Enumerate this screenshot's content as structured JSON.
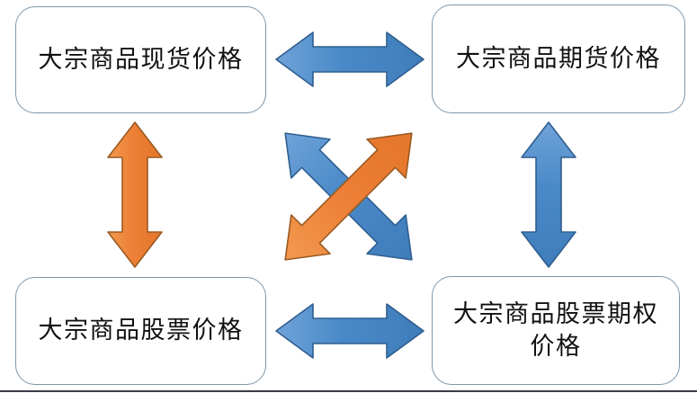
{
  "diagram": {
    "type": "relationship-diagram",
    "title": "",
    "background_color": "#ffffff",
    "colors": {
      "blue_fill": "#4a89c8",
      "blue_stroke": "#2f5e8f",
      "orange_fill": "#ed8036",
      "orange_stroke": "#9a5a22",
      "box_border": "#7d97ab",
      "box_fill": "#ffffff",
      "text": "#111111",
      "bottom_rule": "#3c3c46"
    },
    "nodes": [
      {
        "id": "spot",
        "label": "大宗商品现货价格",
        "position": "top-left"
      },
      {
        "id": "futures",
        "label": "大宗商品期货价格",
        "position": "top-right"
      },
      {
        "id": "stock",
        "label": "大宗商品股票价格",
        "position": "bottom-left"
      },
      {
        "id": "option",
        "label": "大宗商品股票期权价格",
        "position": "bottom-right"
      }
    ],
    "connectors": [
      {
        "id": "spot-futures",
        "from": "spot",
        "to": "futures",
        "orientation": "horizontal",
        "direction": "bidirectional",
        "color": "blue",
        "location": "top"
      },
      {
        "id": "stock-option",
        "from": "stock",
        "to": "option",
        "orientation": "horizontal",
        "direction": "bidirectional",
        "color": "blue",
        "location": "bottom"
      },
      {
        "id": "spot-stock",
        "from": "spot",
        "to": "stock",
        "orientation": "vertical",
        "direction": "bidirectional",
        "color": "orange",
        "location": "left"
      },
      {
        "id": "futures-option",
        "from": "futures",
        "to": "option",
        "orientation": "vertical",
        "direction": "bidirectional",
        "color": "blue",
        "location": "right"
      },
      {
        "id": "spot-option",
        "from": "spot",
        "to": "option",
        "orientation": "diagonal-nw-se",
        "direction": "bidirectional",
        "color": "blue",
        "location": "center"
      },
      {
        "id": "stock-futures",
        "from": "stock",
        "to": "futures",
        "orientation": "diagonal-sw-ne",
        "direction": "bidirectional",
        "color": "orange",
        "location": "center"
      }
    ]
  }
}
